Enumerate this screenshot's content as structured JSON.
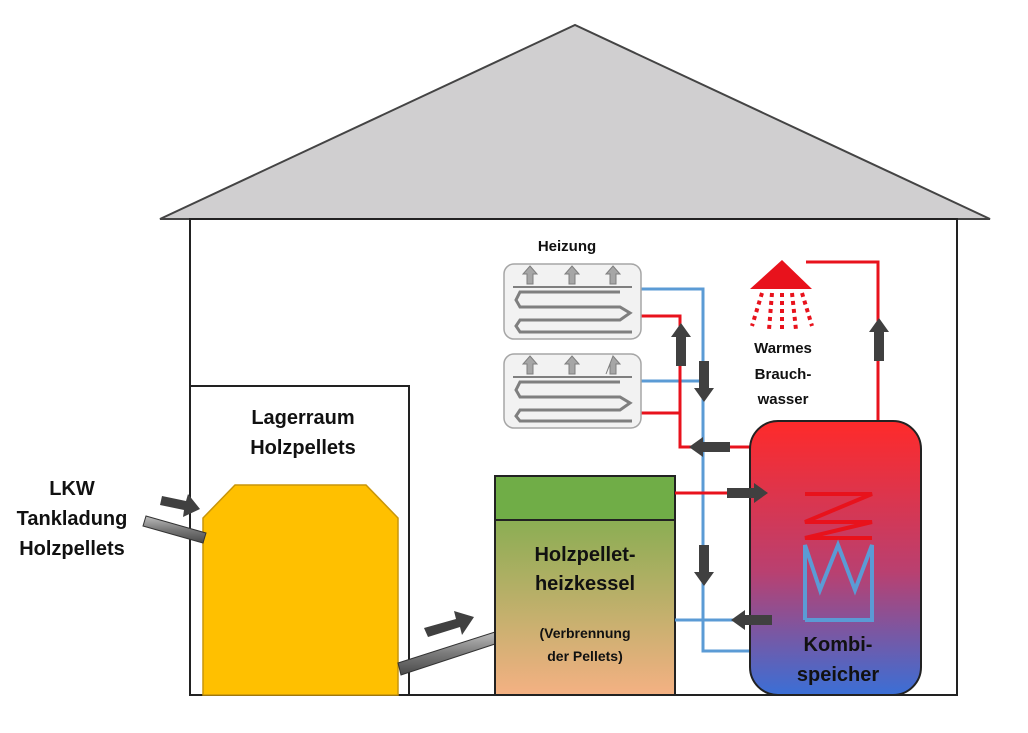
{
  "labels": {
    "truck_line1": "LKW",
    "truck_line2": "Tankladung",
    "truck_line3": "Holzpellets",
    "storage_line1": "Lagerraum",
    "storage_line2": "Holzpellets",
    "boiler_line1": "Holzpellet-",
    "boiler_line2": "heizkessel",
    "boiler_note_line1": "(Verbrennung",
    "boiler_note_line2": "der Pellets)",
    "heating": "Heizung",
    "hot_water_line1": "Warmes",
    "hot_water_line2": "Brauch-",
    "hot_water_line3": "wasser",
    "tank_line1": "Kombi-",
    "tank_line2": "speicher"
  },
  "colors": {
    "roof": "#d0cfd0",
    "pellets": "#ffc000",
    "boiler_top": "#70ad47",
    "boiler_bottom": "#f4b183",
    "hot_pipe": "#e8121c",
    "cold_pipe": "#5b9bd5",
    "tank_top": "#ff2a2a",
    "tank_bottom": "#3a6fd6",
    "arrow": "#404040"
  }
}
